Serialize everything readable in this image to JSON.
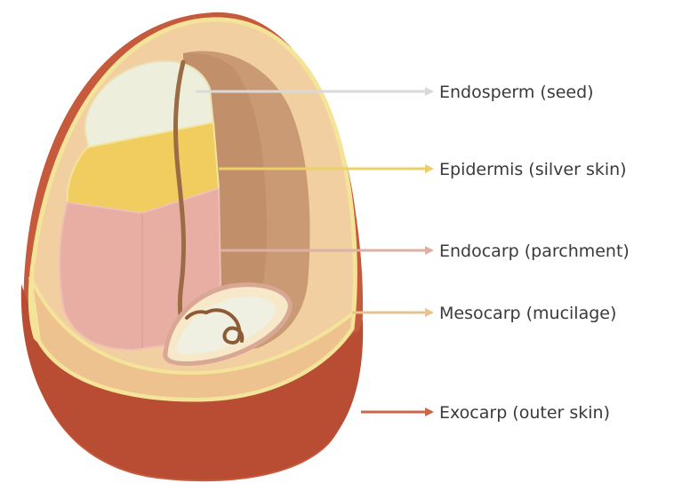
{
  "labels": [
    {
      "id": "endosperm",
      "text": "Endosperm (seed)",
      "color": "#d9d9d9"
    },
    {
      "id": "epidermis",
      "text": "Epidermis (silver skin)",
      "color": "#ebcf68"
    },
    {
      "id": "endocarp",
      "text": "Endocarp (parchment)",
      "color": "#dcb0a4"
    },
    {
      "id": "mesocarp",
      "text": "Mesocarp (mucilage)",
      "color": "#e6c391"
    },
    {
      "id": "exocarp",
      "text": "Exocarp (outer skin)",
      "color": "#c9674a"
    }
  ],
  "colors": {
    "exocarp": "#c65a3d",
    "exocarp_dark": "#b24a30",
    "mesocarp": "#f1cfa0",
    "mesocarp_outline": "#f3e49a",
    "cavity": "#c99a73",
    "seed_top": "#eeeedd",
    "silver_skin": "#f1cd60",
    "seed_lower": "#e8ada3",
    "embryo_stroke": "#9a6b45"
  }
}
